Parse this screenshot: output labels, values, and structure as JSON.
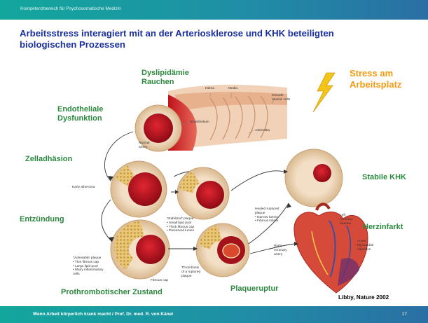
{
  "header": {
    "department": "Kompetenzbereich für Psychosomatische Medizin"
  },
  "slide": {
    "title_line1": "Arbeitsstress interagiert mit an der Arteriosklerose und KHK beteiligten",
    "title_line2": "biologischen Prozessen"
  },
  "labels": {
    "dyslipidaemia": "Dyslipidämie",
    "smoking": "Rauchen",
    "endothelial_1": "Endotheliale",
    "endothelial_2": "Dysfunktion",
    "cell_adhesion": "Zelladhäsion",
    "inflammation": "Entzündung",
    "prothrombotic": "Prothrombotischer Zustand",
    "plaque_rupture": "Plaqueruptur",
    "stable_chd": "Stabile KHK",
    "myocardial_infarction": "Herzinfarkt",
    "stress_1": "Stress am",
    "stress_2": "Arbeitsplatz"
  },
  "figure_text": {
    "intima": "Intima",
    "media": "Media",
    "smooth_muscle": [
      "Smooth",
      "muscle cells"
    ],
    "endothelium": "Endothelium",
    "adventitia": "Adventitia",
    "normal_artery": [
      "Normal",
      "artery"
    ],
    "early_atheroma": "Early atheroma",
    "stabilized": [
      "'Stabilized' plaque",
      "• Small lipid pool",
      "• Thick fibrous cap",
      "• Preserved lumen"
    ],
    "healed": [
      "Healed ruptured",
      "plaque",
      "• Narrow lumen",
      "• Fibrous intima"
    ],
    "vulnerable": [
      "'Vulnerable' plaque",
      "• Thin fibrous cap",
      "• Large lipid pool",
      "• Many inflammatory",
      "cells"
    ],
    "fibrous_cap": "Fibrous cap",
    "thrombosis": [
      "Thrombosis",
      "of a ruptured",
      "plaque"
    ],
    "left_coronary": [
      "Left",
      "coronary",
      "arteries"
    ],
    "right_coronary": [
      "Right",
      "coronary",
      "artery"
    ],
    "acute_mi": [
      "Acute",
      "Myocardial",
      "infarction"
    ]
  },
  "citation": "Libby, Nature 2002",
  "footer": {
    "text": "Wenn Arbeit körperlich krank macht / Prof. Dr. med. R. von Känel",
    "page": "17"
  },
  "colors": {
    "title": "#1a2fa0",
    "label_green": "#2c8a3e",
    "stress_orange": "#f29a11",
    "bar_start": "#12a79c",
    "bar_end": "#2a6fa4"
  }
}
